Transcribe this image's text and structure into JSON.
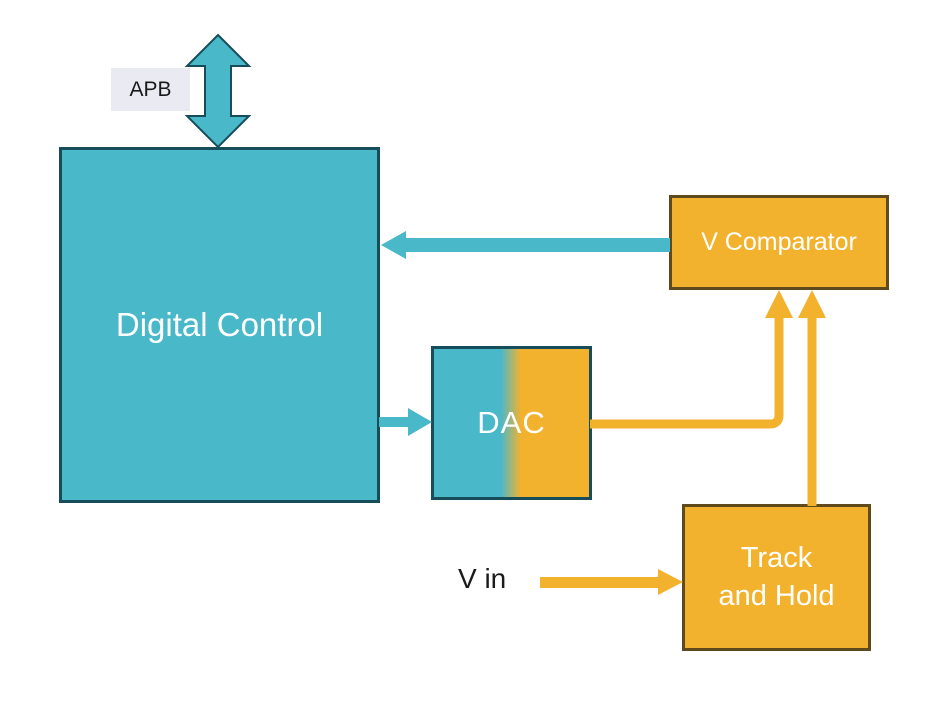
{
  "colors": {
    "teal": "#49b8c9",
    "teal_border": "#174d5a",
    "orange": "#f3b22e",
    "orange_border": "#5f4a1e",
    "apb_bg": "#e9eaf2",
    "text_light": "#ffffff",
    "text_dark": "#1a1a1a",
    "background": "#ffffff"
  },
  "blocks": {
    "apb": {
      "label": "APB"
    },
    "digital_control": {
      "label": "Digital Control"
    },
    "dac": {
      "label": "DAC"
    },
    "v_comparator": {
      "label": "V Comparator"
    },
    "track_and_hold": {
      "line1": "Track",
      "line2": "and Hold"
    }
  },
  "labels": {
    "v_in": "V in"
  },
  "connections": [
    {
      "from": "APB",
      "to": "Digital Control",
      "style": "bidirectional",
      "color": "teal"
    },
    {
      "from": "V Comparator",
      "to": "Digital Control",
      "style": "arrow",
      "color": "teal"
    },
    {
      "from": "Digital Control",
      "to": "DAC",
      "style": "arrow",
      "color": "teal"
    },
    {
      "from": "DAC",
      "to": "V Comparator",
      "style": "elbow-arrow",
      "color": "orange"
    },
    {
      "from": "Track and Hold",
      "to": "V Comparator",
      "style": "arrow",
      "color": "orange"
    },
    {
      "from": "V in",
      "to": "Track and Hold",
      "style": "arrow",
      "color": "orange"
    }
  ]
}
